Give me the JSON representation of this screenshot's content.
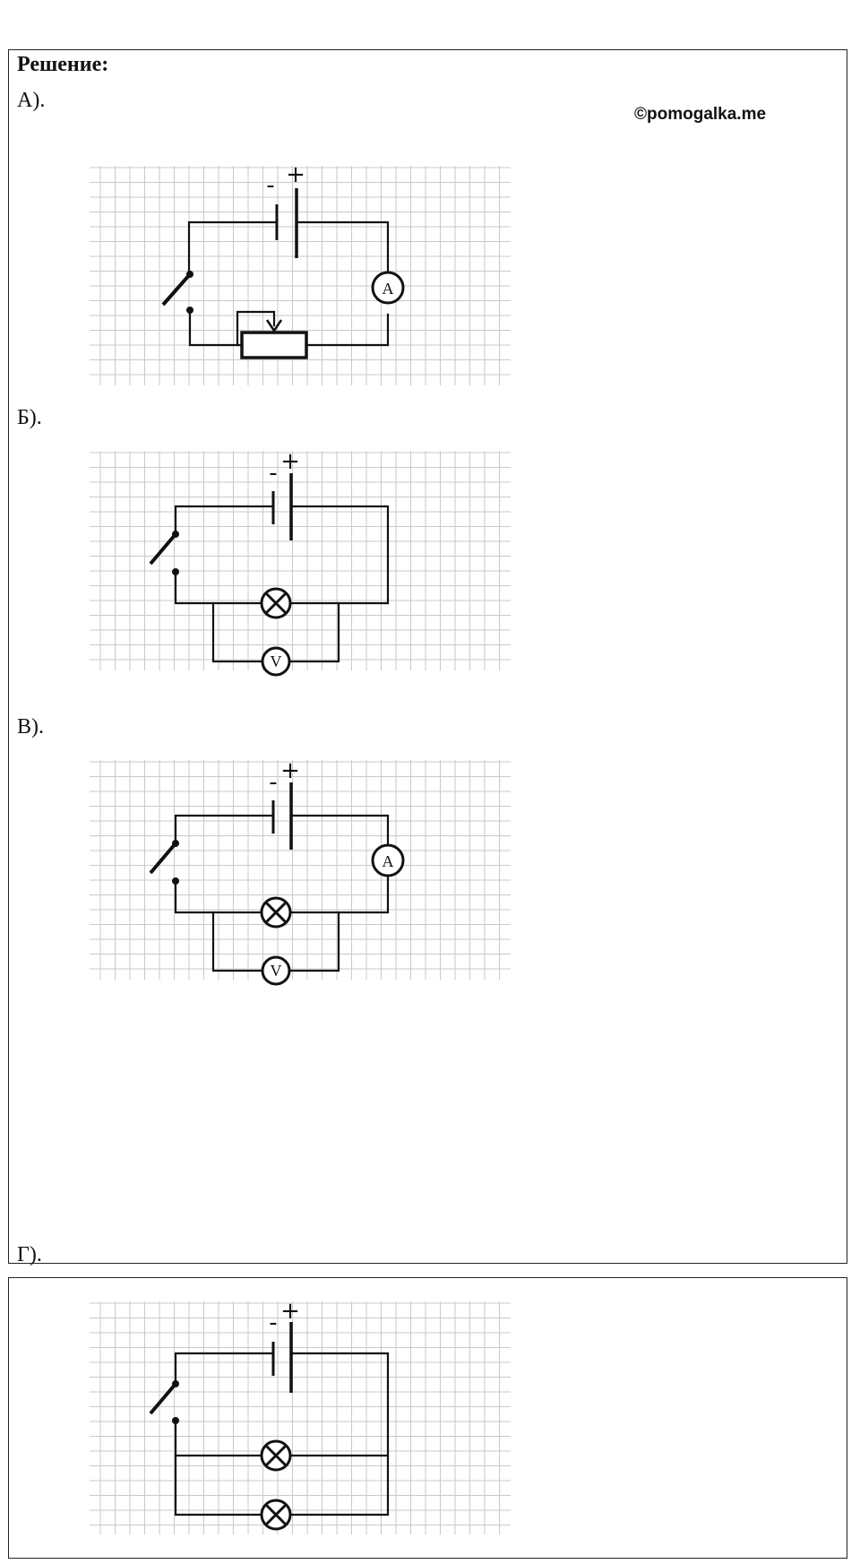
{
  "solution": {
    "heading": "Решение:",
    "watermark": "©pomogalka.me",
    "parts": [
      {
        "label": "А).",
        "components": [
          "battery",
          "switch",
          "rheostat",
          "ammeter-icon"
        ],
        "meter_text": "A"
      },
      {
        "label": "Б).",
        "components": [
          "battery",
          "switch",
          "lamp-icon",
          "voltmeter-icon"
        ],
        "meter_text": "V"
      },
      {
        "label": "В).",
        "components": [
          "battery",
          "switch",
          "ammeter-icon",
          "lamp-icon",
          "voltmeter-icon"
        ],
        "ammeter_text": "A",
        "voltmeter_text": "V"
      },
      {
        "label": "Г).",
        "components": [
          "battery",
          "switch",
          "lamp-icon",
          "lamp-icon"
        ]
      }
    ]
  },
  "battery_signs": {
    "minus": "-",
    "plus": "+"
  }
}
